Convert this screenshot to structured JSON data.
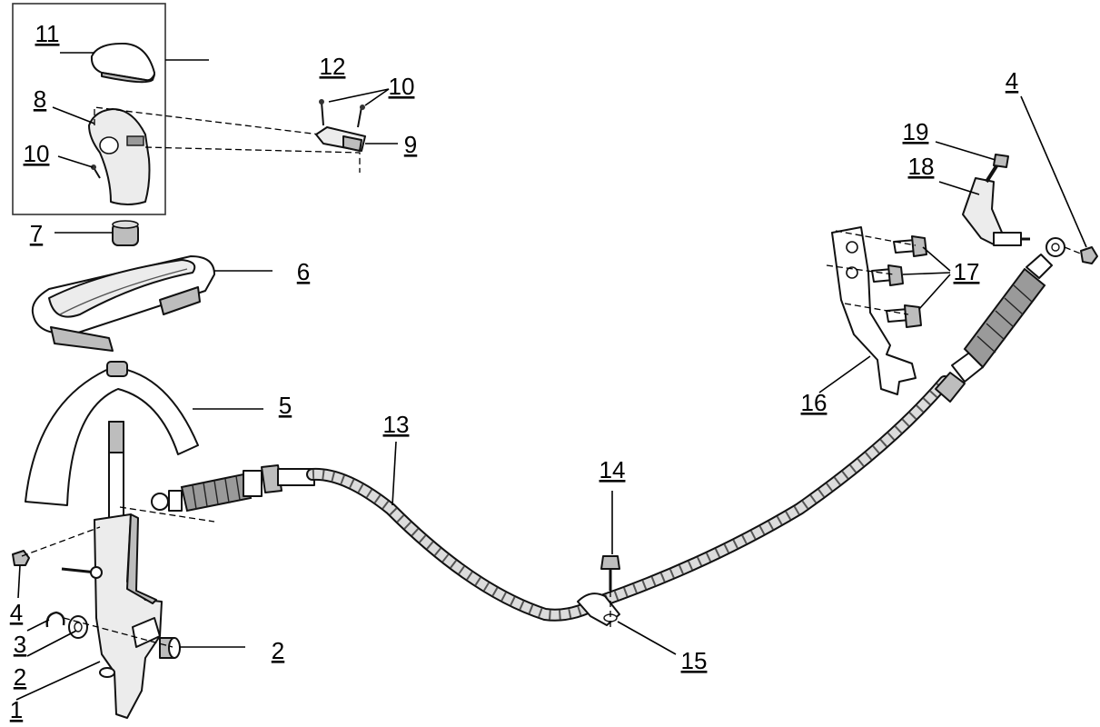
{
  "diagram": {
    "callouts": {
      "c1": "1",
      "c2a": "2",
      "c2b": "2",
      "c3": "3",
      "c4a": "4",
      "c4b": "4",
      "c5": "5",
      "c6": "6",
      "c7": "7",
      "c8": "8",
      "c9": "9",
      "c10a": "10",
      "c10b": "10",
      "c11": "11",
      "c12": "12",
      "c13": "13",
      "c14": "14",
      "c15": "15",
      "c16": "16",
      "c17": "17",
      "c18": "18",
      "c19": "19"
    },
    "colors": {
      "line": "#111111",
      "fill": "#ececec",
      "shade": "#bdbdbd",
      "background": "#ffffff"
    }
  }
}
